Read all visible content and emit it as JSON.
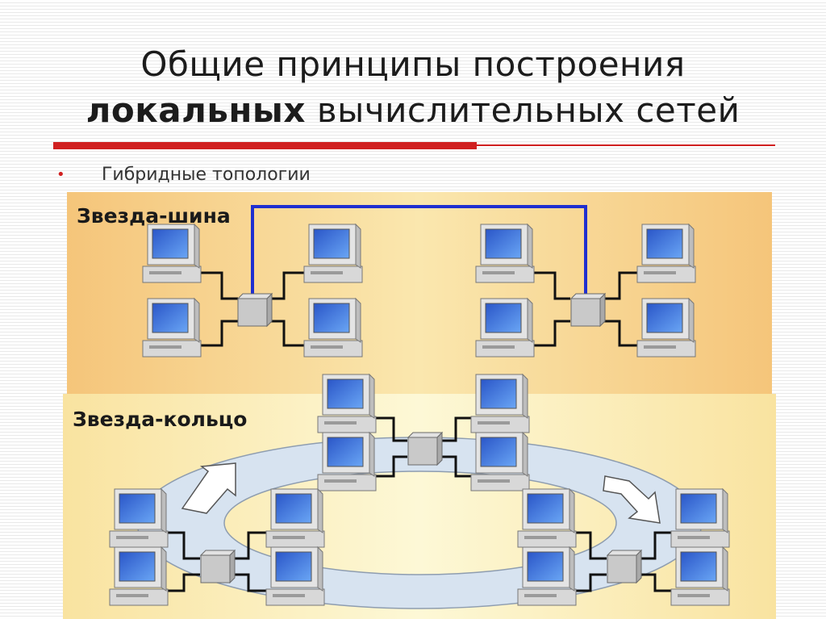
{
  "slide": {
    "title_line1": "Общие принципы построения",
    "title_line2_bold": "локальных",
    "title_line2_rest": " вычислительных сетей",
    "bullet": "•",
    "subtitle": "Гибридные топологии"
  },
  "panels": {
    "star_bus": {
      "label": "Звезда-шина"
    },
    "star_ring": {
      "label": "Звезда-кольцо"
    }
  },
  "colors": {
    "accent_red": "#d02020",
    "bus_line": "#1f2fd0",
    "panel_top": "#f7cf86",
    "panel_bottom": "#fbf2c0",
    "ring_fill": "#d7e3f0",
    "screen": "#2f6fe0",
    "hub": "#c8c8c8"
  },
  "icons": [
    "computer-icon",
    "hub-icon",
    "arrow-icon"
  ]
}
